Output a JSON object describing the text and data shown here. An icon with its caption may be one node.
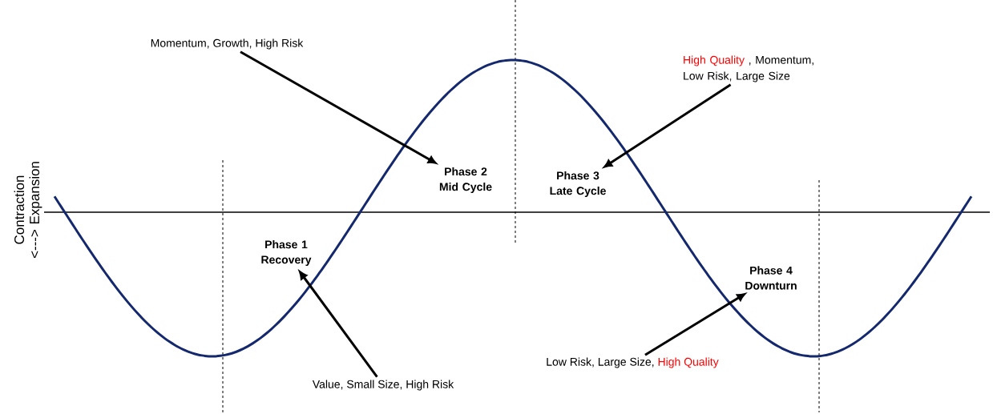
{
  "diagram": {
    "nodes": [
      {
        "text": [
          "Momentum, Growth, High Risk"
        ]
      },
      {
        "text": [
          "Phase 2 Mid Cycle"
        ]
      },
      {
        "text": [
          "High Quality",
          ", Momentum, Low Risk, Large Size"
        ]
      },
      {
        "text": [
          "Phase 3 Late Cycle"
        ]
      },
      {
        "text": [
          "Phase 1 Recovery"
        ]
      },
      {
        "text": [
          "Value, Small Size, High Risk"
        ]
      },
      {
        "text": [
          "Phase 4 Downturn"
        ]
      },
      {
        "text": [
          "Low Risk, Large Size,",
          "High Quality"
        ]
      }
    ],
    "edges": [
      {
        "from": 0,
        "to": 1,
        "arrow": "to"
      },
      {
        "from": 2,
        "to": 3,
        "arrow": "to"
      },
      {
        "from": 5,
        "to": 4,
        "arrow": "to"
      },
      {
        "from": 7,
        "to": 6,
        "arrow": "to"
      }
    ],
    "labels": [
      "Contraction <---> Expansion"
    ]
  }
}
